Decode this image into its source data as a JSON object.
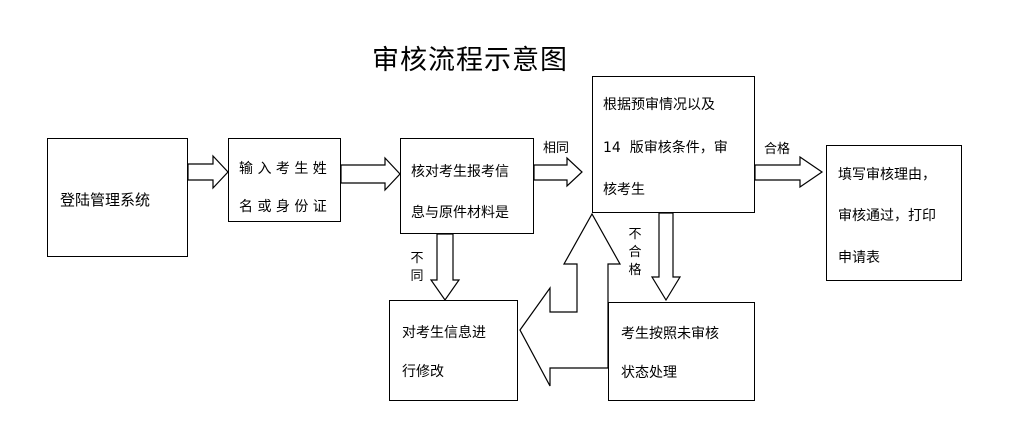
{
  "title": "审核流程示意图",
  "nodes": {
    "login": [
      "登陆管理系统"
    ],
    "input_id": [
      "输 入 考 生 姓",
      "名 或 身 份 证"
    ],
    "verify": [
      "核对考生报考信",
      "息与原件材料是"
    ],
    "modify": [
      "对考生信息进",
      "行修改"
    ],
    "preaudit": [
      "根据预审情况以及",
      "14  版审核条件，审",
      "核考生"
    ],
    "unaudited": [
      "考生按照未审核",
      "状态处理"
    ],
    "approve": [
      "填写审核理由，",
      "审核通过，打印",
      "申请表"
    ]
  },
  "edge_labels": {
    "same": "相同",
    "different": "不同",
    "pass": "合格",
    "fail": "不合格"
  }
}
